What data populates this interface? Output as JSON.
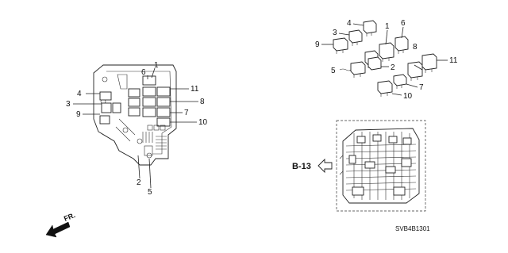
{
  "callouts": {
    "n1": "1",
    "n2": "2",
    "n3": "3",
    "n4": "4",
    "n5": "5",
    "n6": "6",
    "n7": "7",
    "n8": "8",
    "n9": "9",
    "n10": "10",
    "n11": "11"
  },
  "reference": {
    "label": "B-13"
  },
  "direction": {
    "label": "FR."
  },
  "drawing_code": "SVB4B1301",
  "icons": [
    "relay-icon",
    "fuse-box-icon",
    "direction-arrow-icon",
    "reference-arrow-icon"
  ]
}
